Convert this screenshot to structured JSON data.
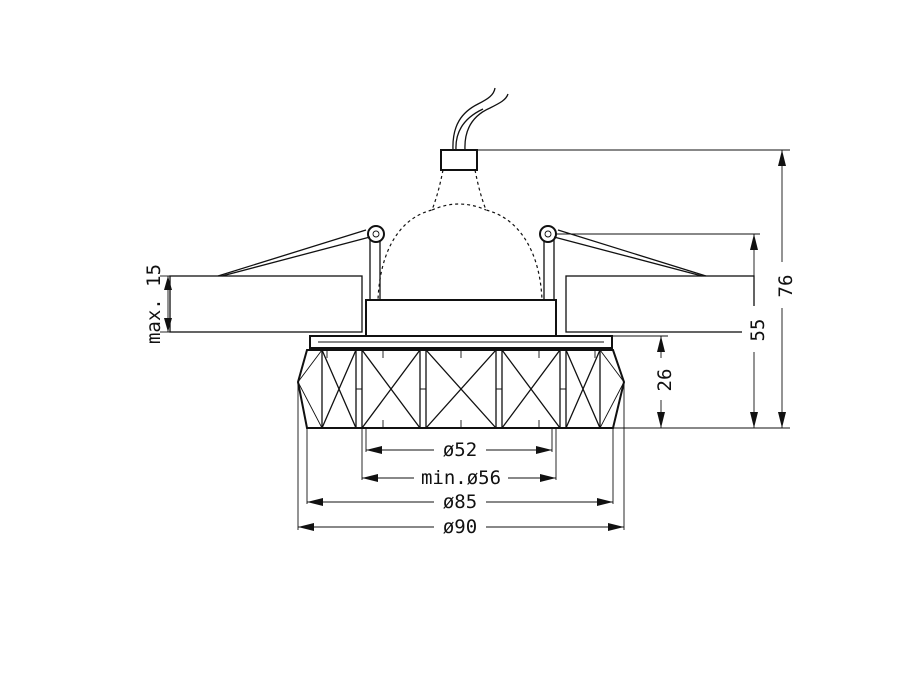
{
  "dimensions": {
    "ceiling_thickness": "max. 15",
    "total_height": "76",
    "height_55": "55",
    "height_26": "26",
    "d52": "ø52",
    "d56": "min.ø56",
    "d85": "ø85",
    "d90": "ø90"
  },
  "colors": {
    "line": "#111111",
    "background": "#ffffff"
  }
}
